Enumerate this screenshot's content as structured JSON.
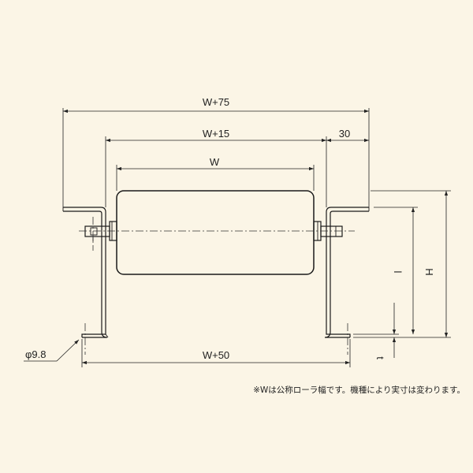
{
  "drawing": {
    "dim_overall_width": "W+75",
    "dim_frame_width": "W+15",
    "dim_roller_width": "W",
    "dim_flange": "30",
    "dim_base_width": "W+50",
    "dim_hole_dia": "φ9.8",
    "dim_height_overall": "H",
    "dim_height_roller": "l",
    "dim_thickness": "t",
    "note": "※Wは公称ローラ幅です。機種により実寸は変わります。"
  },
  "colors": {
    "background": "#fbf5e6",
    "line": "#1a1a1a"
  }
}
